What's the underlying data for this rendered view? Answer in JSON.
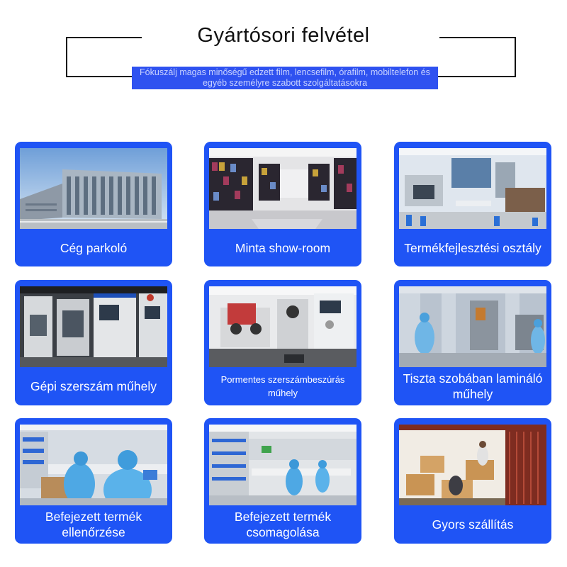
{
  "header": {
    "title": "Gyártósori felvétel",
    "subtitle": "Fókuszálj magas minőségű edzett film, lencsefilm, órafilm, mobiltelefon és egyéb személyre szabott szolgáltatásokra"
  },
  "colors": {
    "card": "#1f54f5",
    "subtitle_bar": "#2f52f0",
    "text": "#ffffff"
  },
  "cards": [
    {
      "label": "Cég parkoló",
      "photo": "company-building-photo"
    },
    {
      "label": "Minta show-room",
      "photo": "sample-showroom-photo"
    },
    {
      "label": "Termékfejlesztési osztály",
      "photo": "rnd-department-photo"
    },
    {
      "label": "Gépi szerszám műhely",
      "photo": "cnc-machine-workshop-photo"
    },
    {
      "label": "Pormentes szerszámbeszúrás műhely",
      "photo": "die-cutting-workshop-photo"
    },
    {
      "label": "Tiszta szobában lamináló műhely",
      "photo": "cleanroom-lamination-photo"
    },
    {
      "label": "Befejezett termék ellenőrzése",
      "photo": "product-inspection-photo"
    },
    {
      "label": "Befejezett termék csomagolása",
      "photo": "product-packaging-photo"
    },
    {
      "label": "Gyors szállítás",
      "photo": "fast-shipping-photo"
    }
  ]
}
